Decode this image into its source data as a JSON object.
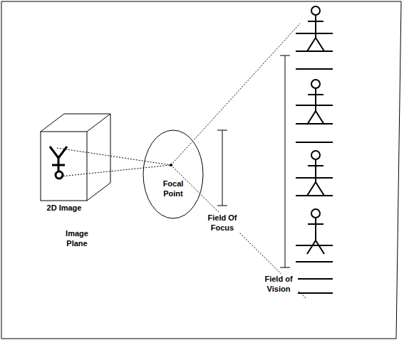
{
  "diagram": {
    "nodes": [
      {
        "text": [
          "2D Image"
        ]
      },
      {
        "text": [
          "Focal Point"
        ]
      }
    ],
    "edges": [
      {
        "from": 0,
        "to": 1,
        "arrow": "none"
      },
      {
        "from": 0,
        "to": 1,
        "arrow": "none"
      }
    ],
    "labels": [
      "Image Plane",
      "Field Of Focus",
      "Field of Vision"
    ]
  }
}
